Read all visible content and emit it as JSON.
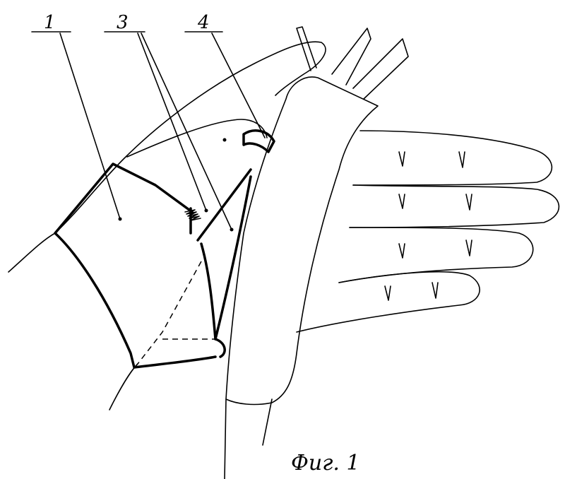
{
  "labels": {
    "part1": "1",
    "part3": "3",
    "part4": "4"
  },
  "caption": "Фиг. 1"
}
